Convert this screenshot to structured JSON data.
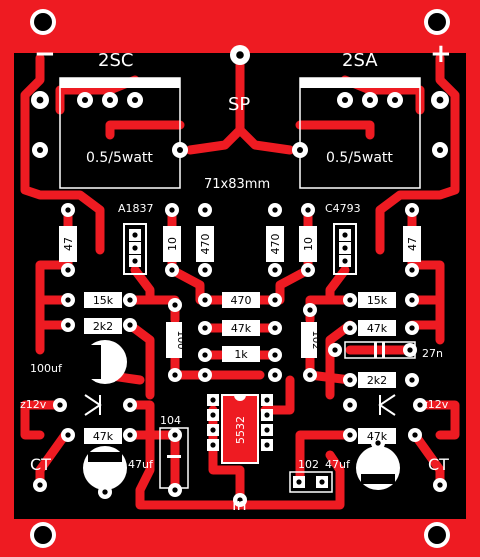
{
  "board": {
    "size_label": "71x83mm",
    "colors": {
      "background": "#000000",
      "copper": "#ee1b22",
      "silkscreen": "#ffffff",
      "pad_hole": "#000000"
    }
  },
  "power": {
    "minus": "−",
    "plus": "+",
    "speaker": "SP",
    "input": "in"
  },
  "transistors": {
    "out_left": "2SC",
    "out_right": "2SA",
    "drv_left": "A1837",
    "drv_right": "C4793"
  },
  "resistors": {
    "power_left": "0.5/5watt",
    "power_right": "0.5/5watt",
    "v47_left": "47",
    "v10_left": "10",
    "v470_left": "470",
    "v470_right": "470",
    "v10_right": "10",
    "v47_right": "47",
    "r15k_left": "15k",
    "r2k2_left": "2k2",
    "r470_mid": "470",
    "r47k_mid": "47k",
    "r1k_mid": "1k",
    "r100_left": "100",
    "r102_right": "102",
    "r15k_right": "15k",
    "r47k_right": "47k",
    "r2k2_right": "2k2",
    "r47k_left_low": "47k",
    "r47k_right_low": "47k"
  },
  "capacitors": {
    "c100uf": "100uf",
    "c27n": "27n",
    "c104": "104",
    "c47uf_left": "47uf",
    "c102": "102",
    "c47uf_right": "47uf"
  },
  "semis": {
    "zener_left": "z12v",
    "zener_right": "z12v",
    "opamp": "5532"
  },
  "labels": {
    "ct_left": "CT",
    "ct_right": "CT"
  }
}
